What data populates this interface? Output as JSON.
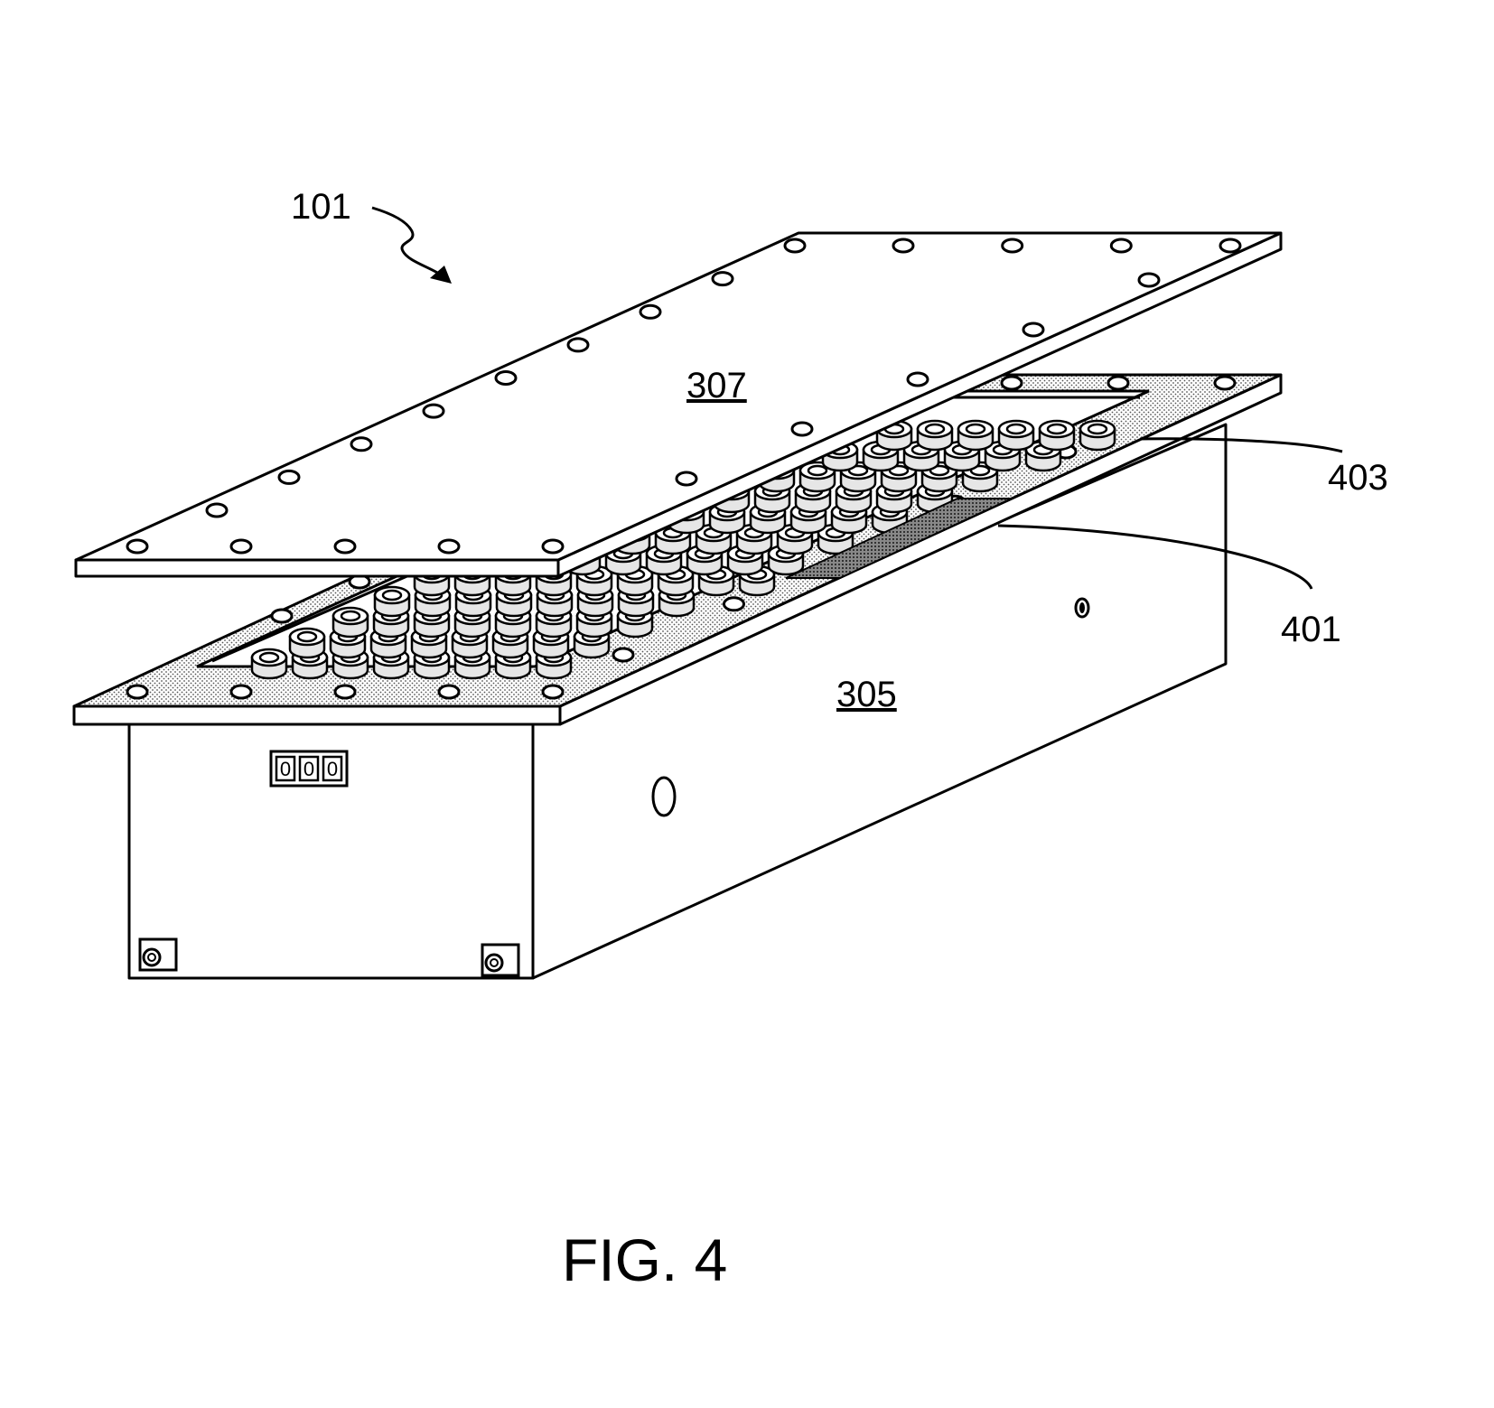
{
  "figure": {
    "caption": "FIG. 4",
    "labels": {
      "assembly": "101",
      "lid": "307",
      "housing": "305",
      "gasket": "403",
      "membrane": "401"
    },
    "connector_pins": [
      "0",
      "0",
      "0"
    ]
  }
}
